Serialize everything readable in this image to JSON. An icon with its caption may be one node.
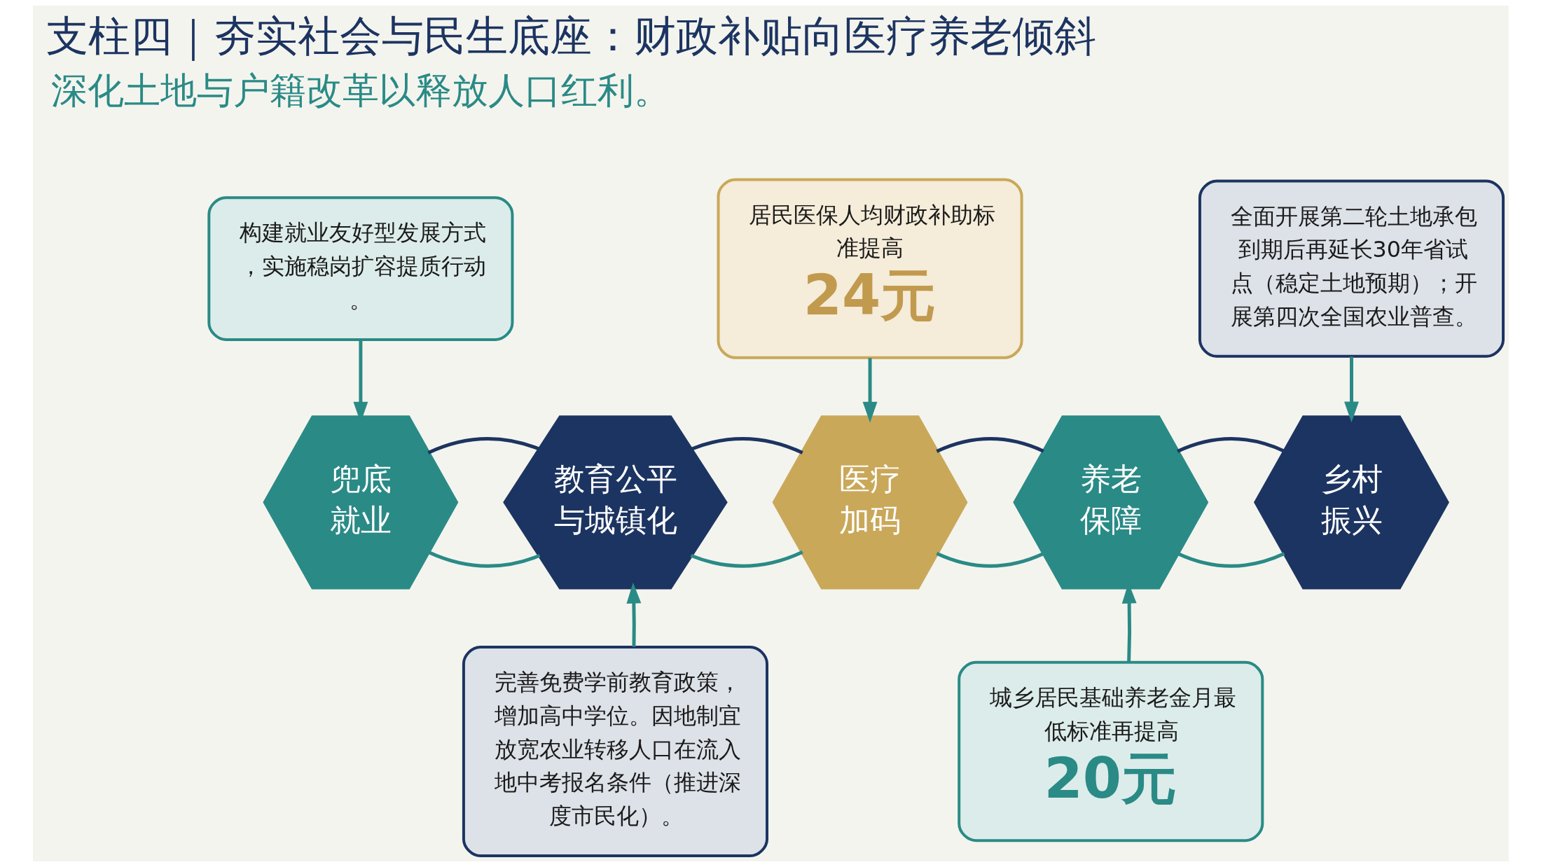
{
  "diagram": {
    "title": "支柱四｜夯实社会与民生底座：财政补贴向医疗养老倾斜",
    "nodes": [
      {
        "text": [
          "构建就业友好型发展方式，实施稳岗扩容提质行动。"
        ]
      },
      {
        "text": [
          "居民医保人均财政补助标准提高",
          "24元"
        ]
      },
      {
        "text": [
          "全面开展第二轮土地承包到期后再延长30年省试点（稳定土地预期）；开展第四次全国农业普查。"
        ]
      },
      {
        "text": [
          "兜底就业"
        ]
      },
      {
        "text": [
          "教育公平与城镇化"
        ]
      },
      {
        "text": [
          "医疗加码"
        ]
      },
      {
        "text": [
          "养老保障"
        ]
      },
      {
        "text": [
          "乡村振兴"
        ]
      },
      {
        "text": [
          "完善免费学前教育政策，增加高中学位。因地制宜放宽农业转移人口在流入地中考报名条件（推进深度市民化）。"
        ]
      },
      {
        "text": [
          "城乡居民基础养老金月最低标准再提高",
          "20元"
        ]
      }
    ],
    "edges": [
      {
        "from": 0,
        "to": 3,
        "arrow": "to"
      },
      {
        "from": 1,
        "to": 5,
        "arrow": "to"
      },
      {
        "from": 2,
        "to": 7,
        "arrow": "to"
      },
      {
        "from": 8,
        "to": 4,
        "arrow": "to"
      },
      {
        "from": 9,
        "to": 6,
        "arrow": "to"
      },
      {
        "from": 3,
        "to": 4,
        "arrow": "none"
      },
      {
        "from": 4,
        "to": 5,
        "arrow": "none"
      },
      {
        "from": 5,
        "to": 6,
        "arrow": "none"
      },
      {
        "from": 6,
        "to": 7,
        "arrow": "none"
      },
      {
        "from": 3,
        "to": 4,
        "arrow": "none",
        "color": "#1c3461"
      },
      {
        "from": 4,
        "to": 5,
        "arrow": "none",
        "color": "#1c3461"
      },
      {
        "from": 5,
        "to": 6,
        "arrow": "none",
        "color": "#1c3461"
      },
      {
        "from": 6,
        "to": 7,
        "arrow": "none",
        "color": "#1c3461"
      }
    ],
    "labels": [
      "深化土地与户籍改革以释放人口红利。"
    ]
  }
}
